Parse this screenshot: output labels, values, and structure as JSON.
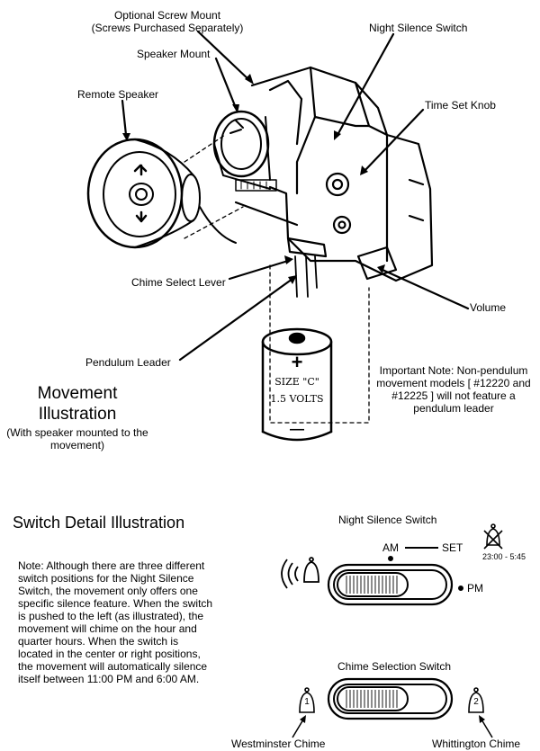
{
  "labels": {
    "optional_screw_mount_l1": "Optional Screw Mount",
    "optional_screw_mount_l2": "(Screws Purchased Separately)",
    "speaker_mount": "Speaker Mount",
    "night_silence_switch": "Night Silence Switch",
    "remote_speaker": "Remote Speaker",
    "time_set_knob": "Time Set Knob",
    "chime_select_lever": "Chime Select Lever",
    "volume": "Volume",
    "pendulum_leader": "Pendulum Leader"
  },
  "battery": {
    "plus": "+",
    "minus": "—",
    "size": "SIZE \"C\"",
    "volts": "1.5 VOLTS"
  },
  "important_note": [
    "Important Note: Non-pendulum",
    "movement models [ #12220 and",
    "#12225 ] will not feature a",
    "pendulum leader"
  ],
  "movement_title": {
    "line1": "Movement",
    "line2": "Illustration",
    "sub1": "(With speaker mounted to the",
    "sub2": "movement)"
  },
  "switch_detail": {
    "title": "Switch Detail Illustration",
    "note": [
      "Note: Although there are three different",
      "switch positions for the Night Silence",
      "Switch, the movement only offers one",
      "specific silence feature. When the switch",
      "is pushed to the left (as illustrated), the",
      "movement will chime on the hour and",
      "quarter hours. When the switch is",
      "located in the center or right positions,",
      "the movement will automatically silence",
      "itself between 11:00 PM and 6:00 AM."
    ]
  },
  "night_switch": {
    "title": "Night Silence Switch",
    "am": "AM",
    "set": "SET",
    "pm": "PM",
    "silence_time": "23:00 - 5:45"
  },
  "chime_switch": {
    "title": "Chime Selection Switch",
    "left_number": "1",
    "right_number": "2",
    "left_label": "Westminster Chime",
    "right_label": "Whittington Chime"
  },
  "icons": [
    "bell-sound-icon",
    "bell-muted-icon",
    "bell-1-icon",
    "bell-2-icon"
  ]
}
